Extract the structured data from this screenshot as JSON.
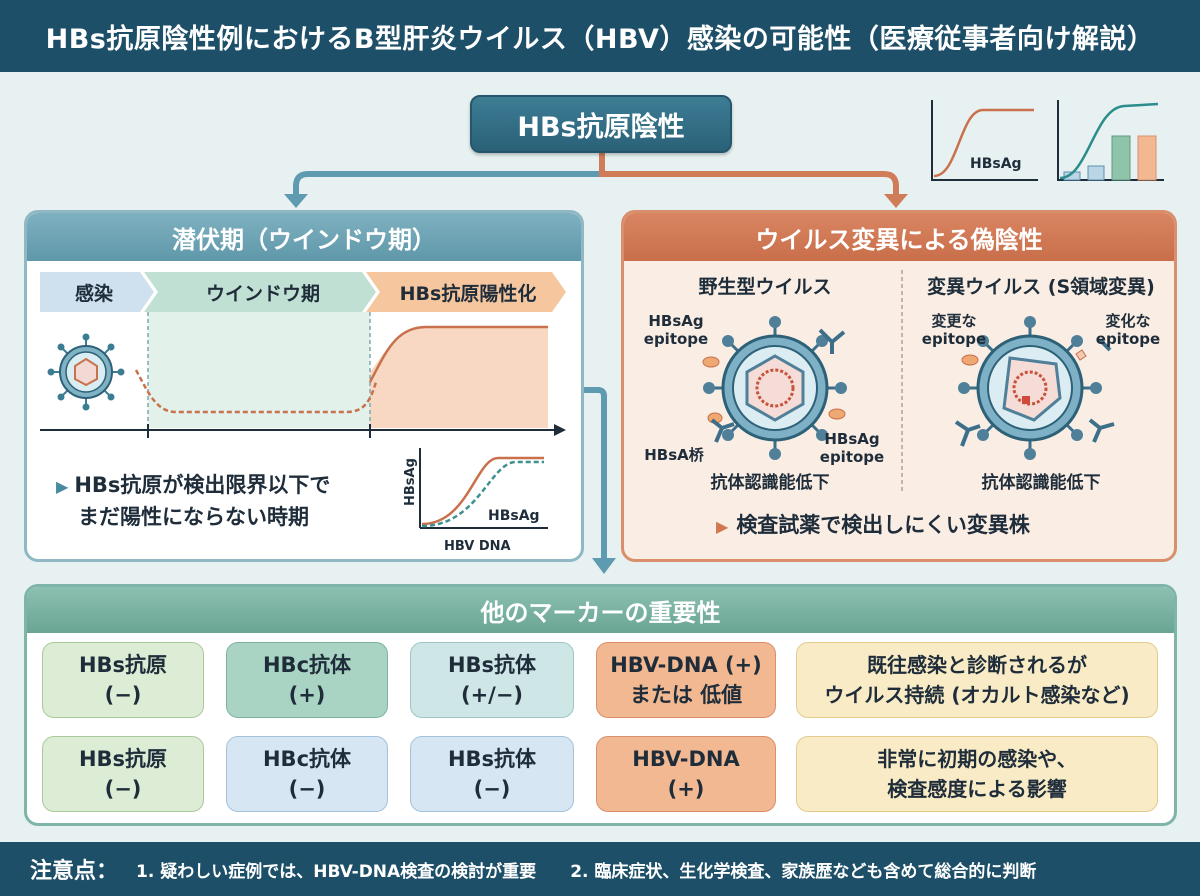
{
  "title": "HBs抗原陰性例におけるB型肝炎ウイルス（HBV）感染の可能性（医療従事者向け解説）",
  "top_box": "HBs抗原陰性",
  "mini_chart_label": "HBsAg",
  "left_panel": {
    "title": "潜伏期（ウインドウ期）",
    "phases": [
      "感染",
      "ウインドウ期",
      "HBs抗原陽性化"
    ],
    "bullet_line1": "HBs抗原が検出限界以下で",
    "bullet_line2": "まだ陽性にならない時期",
    "inset_ylabel": "HBsAg",
    "inset_series_label": "HBsAg",
    "inset_xlabel": "HBV DNA"
  },
  "right_panel": {
    "title": "ウイルス変異による偽陰性",
    "wild_title": "野生型ウイルス",
    "mutant_title": "変異ウイルス (S領域変異)",
    "wild_label_tl1": "HBsAg",
    "wild_label_tl2": "epitope",
    "wild_label_br1": "HBsAg",
    "wild_label_br2": "epitope",
    "wild_label_bl": "HBsA桥",
    "mut_label_l1": "変更な",
    "mut_label_l2": "epitope",
    "mut_label_r1": "変化な",
    "mut_label_r2": "epitope",
    "wild_caption": "抗体認識能低下",
    "mutant_caption": "抗体認識能低下",
    "bullet": "検査試薬で検出しにくい変異株"
  },
  "marker_panel": {
    "title": "他のマーカーの重要性",
    "row1": [
      {
        "l1": "HBs抗原",
        "l2": "(−)"
      },
      {
        "l1": "HBc抗体",
        "l2": "(+)"
      },
      {
        "l1": "HBs抗体",
        "l2": "(+/−)"
      },
      {
        "l1": "HBV-DNA (+)",
        "l2": "または 低値"
      },
      {
        "l1": "既往感染と診断されるが",
        "l2": "ウイルス持続 (オカルト感染など)"
      }
    ],
    "row2": [
      {
        "l1": "HBs抗原",
        "l2": "(−)"
      },
      {
        "l1": "HBc抗体",
        "l2": "(−)"
      },
      {
        "l1": "HBs抗体",
        "l2": "(−)"
      },
      {
        "l1": "HBV-DNA",
        "l2": "(+)"
      },
      {
        "l1": "非常に初期の感染や、",
        "l2": "検査感度による影響"
      }
    ]
  },
  "footer": {
    "lead": "注意点：",
    "note1": "1. 疑わしい症例では、HBV-DNA検査の検討が重要",
    "note2": "2. 臨床症状、生化学検査、家族歴なども含めて総合的に判断"
  },
  "colors": {
    "navy": "#1d4f68",
    "teal": "#5f98aa",
    "orange": "#c96e4a",
    "green": "#6aa594"
  }
}
